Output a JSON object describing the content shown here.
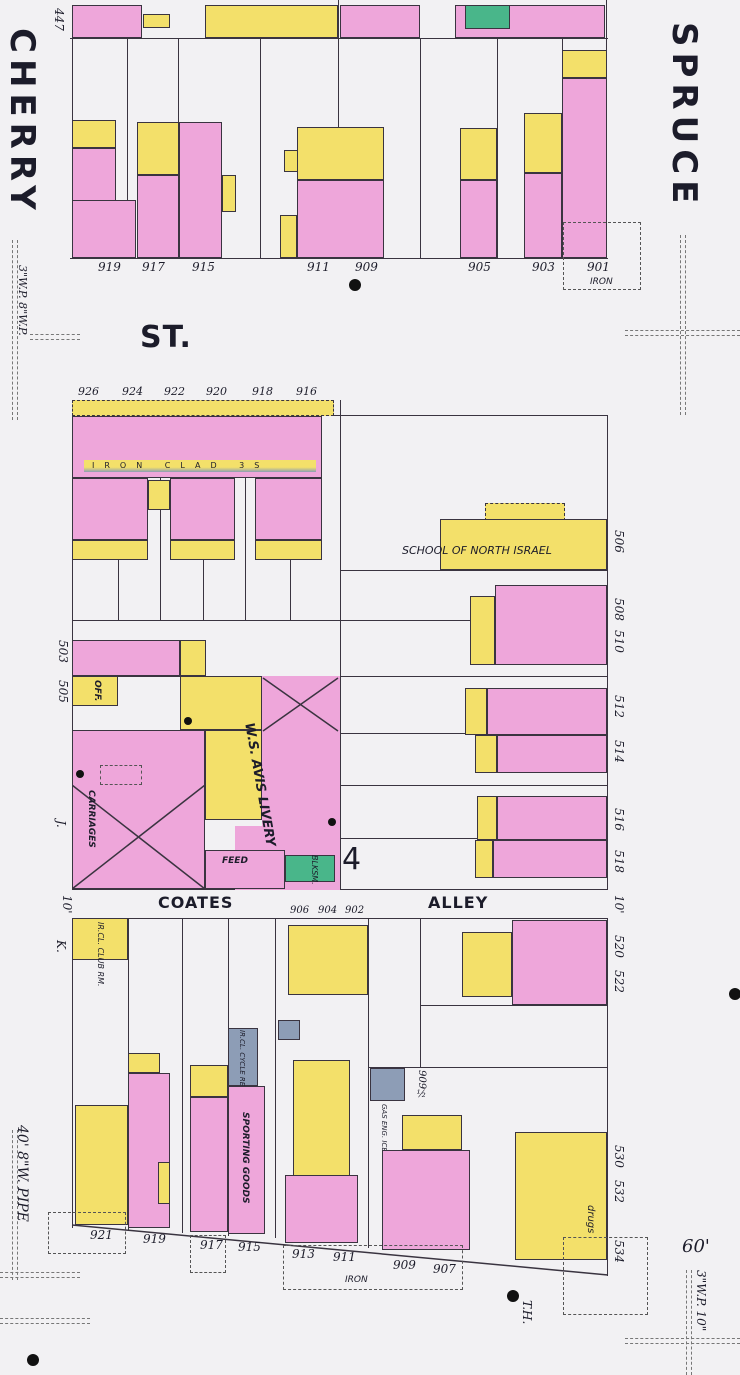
{
  "streets": {
    "cherry": "CHERRY",
    "spruce": "SPRUCE",
    "st": "ST.",
    "coates": "COATES",
    "alley": "ALLEY"
  },
  "block_number": "4",
  "top_block": {
    "numbers": [
      "919",
      "917",
      "915",
      "911",
      "909",
      "905",
      "903",
      "901"
    ],
    "iron": "IRON",
    "top_left": "447"
  },
  "middle_block": {
    "top_numbers": [
      "926",
      "924",
      "922",
      "920",
      "918",
      "916"
    ],
    "iron_clad": "IRON CLAD 3S",
    "school": "SCHOOL OF NORTH ISRAEL",
    "right_numbers": [
      "506",
      "508",
      "510",
      "512",
      "514",
      "516",
      "518"
    ],
    "left_numbers": [
      "503",
      "505"
    ],
    "livery": "W.S. AVIS LIVERY",
    "carriages": "CARRIAGES",
    "feed": "FEED",
    "blacksmith": "BLKSM.",
    "office": "OFF.",
    "left_letters": [
      "J.",
      "K."
    ]
  },
  "bottom_block": {
    "numbers": [
      "921",
      "919",
      "917",
      "915",
      "913",
      "911",
      "909",
      "907"
    ],
    "alley_numbers": [
      "906",
      "904",
      "902"
    ],
    "right_numbers": [
      "520",
      "522",
      "530",
      "532",
      "534"
    ],
    "club": "IR.CL. CLUB RM.",
    "cycle": "IR.CL. CYCLE REPAIRING",
    "sporting": "SPORTING GOODS",
    "ice_cream": "GAS ENG. ICE CREAM FAC.",
    "drugs": "drugs",
    "rear_number": "909½",
    "iron": "IRON"
  },
  "annotations": {
    "left_pipes": "3\"W.P. 8\"W.P.",
    "left_pipe_bottom": "40' 8\"W. PIPE",
    "right_pipe_bottom": "3\"W.P. 10\"",
    "width_60": "60'",
    "width_10": "10'",
    "hydrant": "T.H."
  }
}
